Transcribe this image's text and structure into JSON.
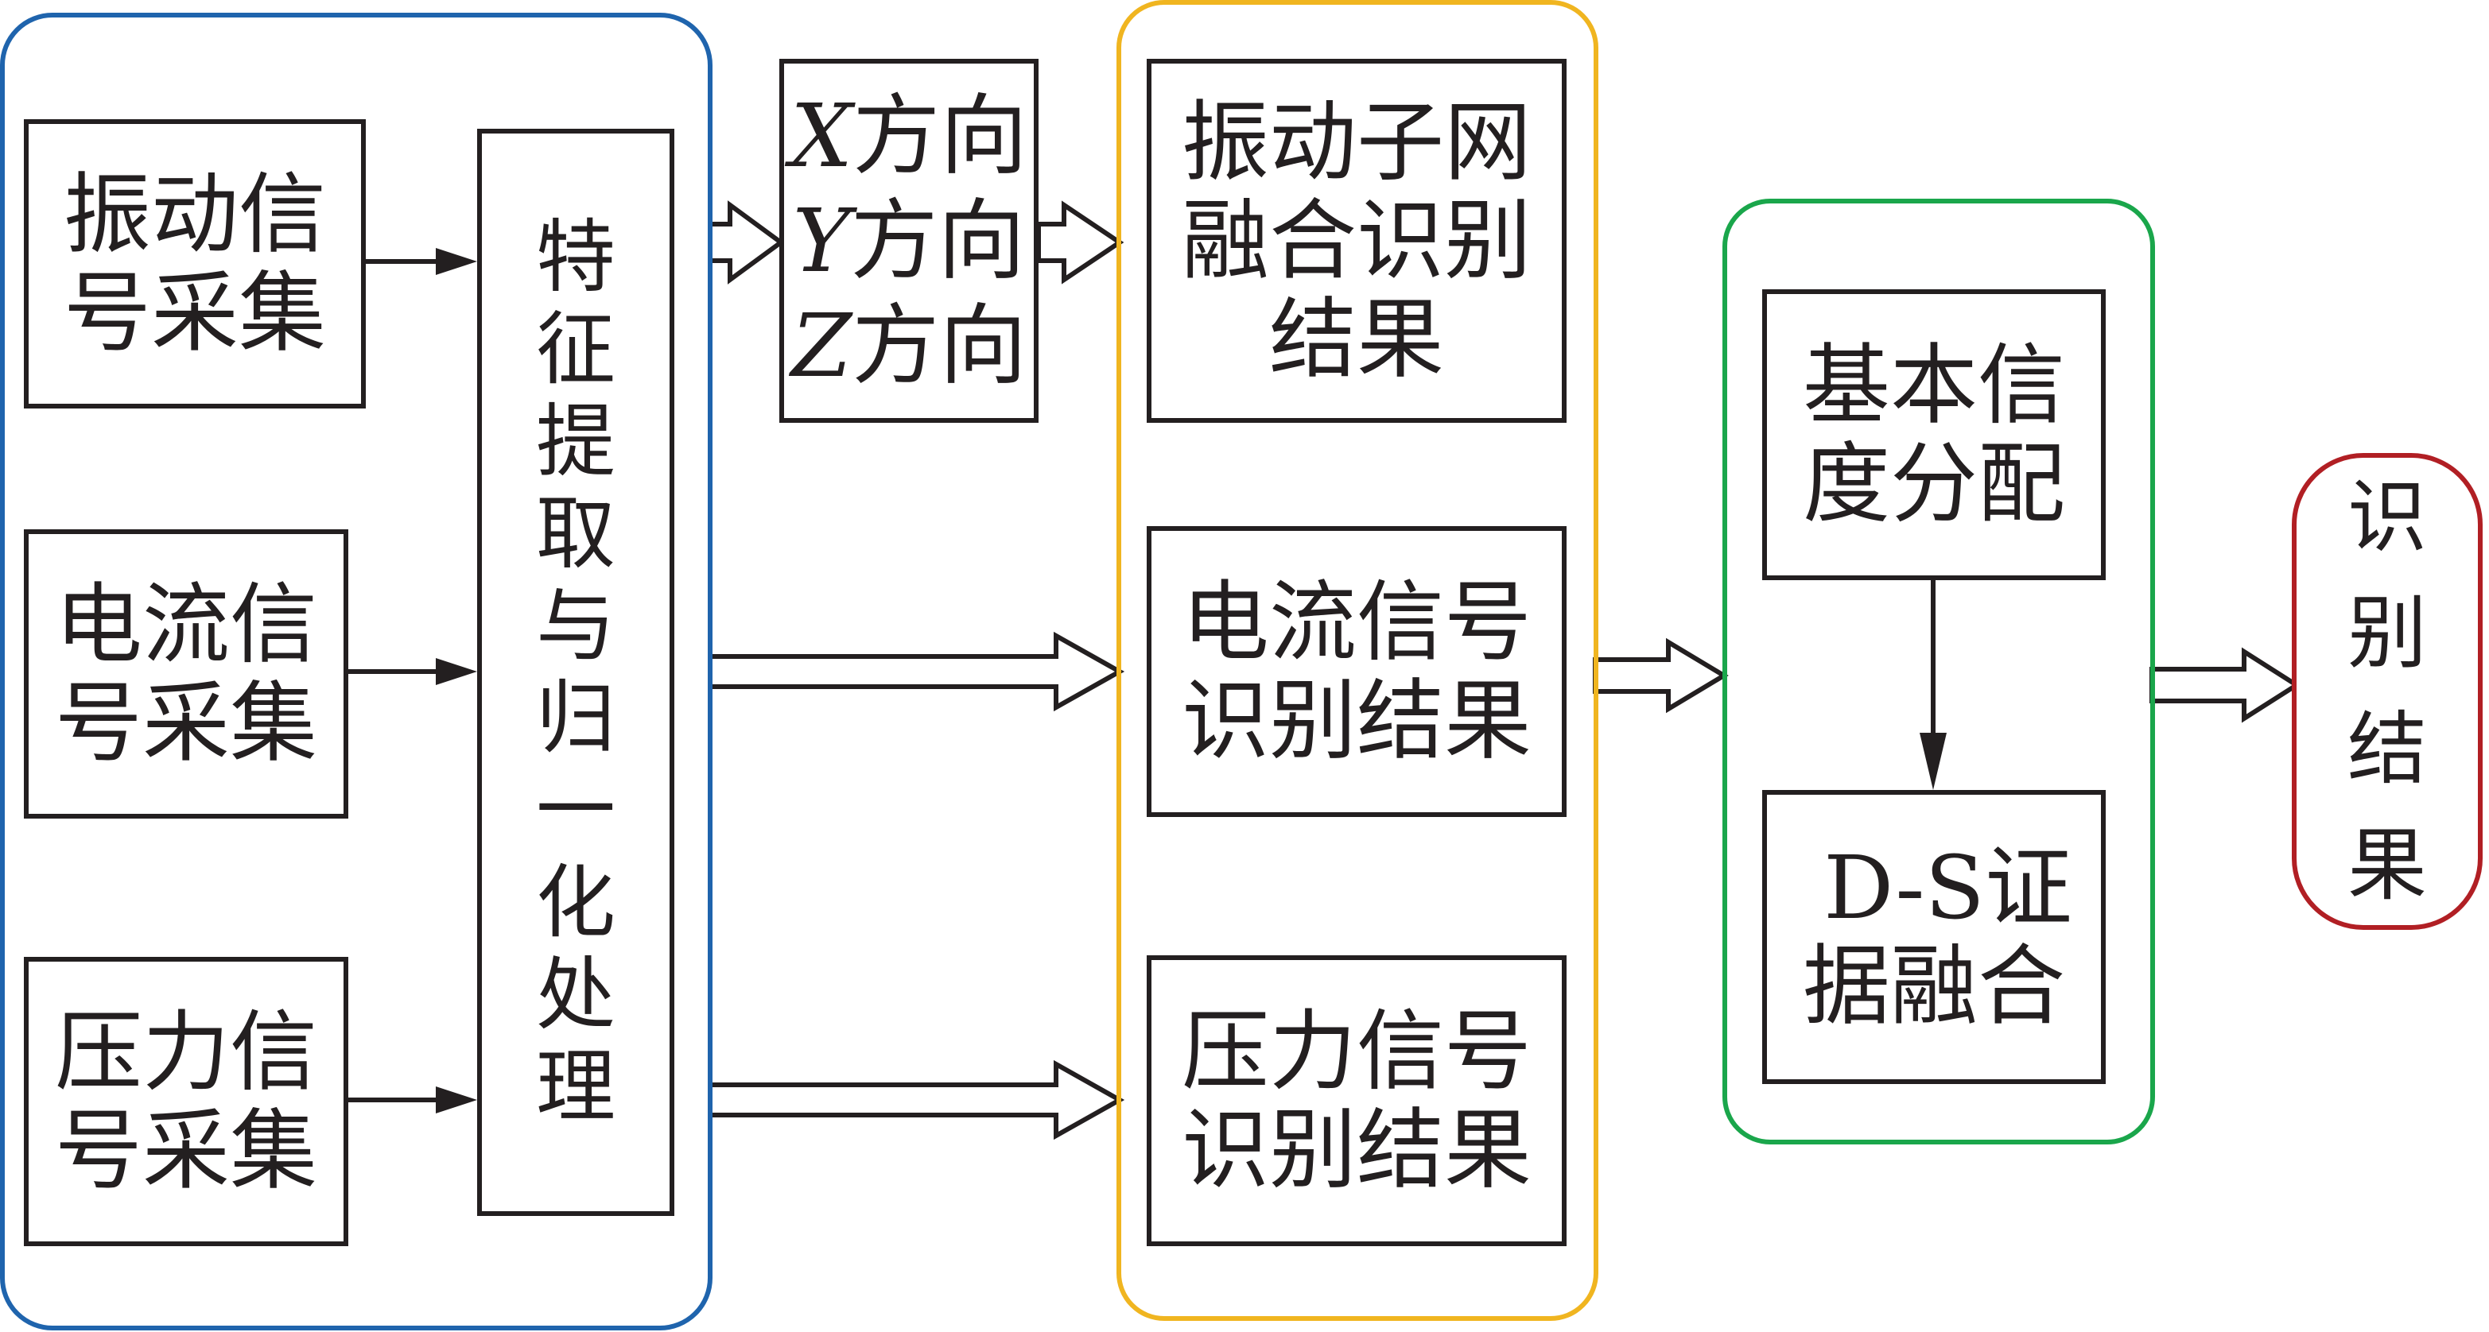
{
  "colors": {
    "input_group_border": "#1f64ad",
    "recognition_group_border": "#f0b520",
    "fusion_group_border": "#1aa64b",
    "result_border": "#b11f24",
    "line": "#231f20"
  },
  "inputs": {
    "vibration": "振动信\n号采集",
    "current": "电流信\n号采集",
    "pressure": "压力信\n号采集"
  },
  "feature_extraction": "特\n征\n提\n取\n与\n归\n一\n化\n处\n理",
  "directions": [
    {
      "axis": "X",
      "label": "方向"
    },
    {
      "axis": "Y",
      "label": "方向"
    },
    {
      "axis": "Z",
      "label": "方向"
    }
  ],
  "recognition": {
    "vibration": "振动子网\n融合识别\n结果",
    "current": "电流信号\n识别结果",
    "pressure": "压力信号\n识别结果"
  },
  "fusion": {
    "bpa": "基本信\n度分配",
    "ds": " D-S证\n据融合"
  },
  "result": "识\n别\n结\n果"
}
